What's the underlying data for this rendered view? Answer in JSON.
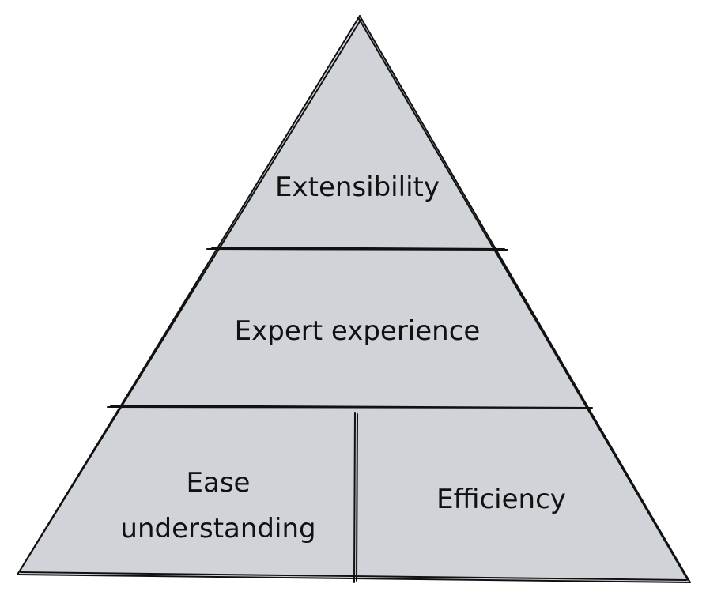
{
  "colors": {
    "fill": "#d0d4d9",
    "stroke": "#111111",
    "background": "#ffffff"
  },
  "pyramid": {
    "top_tier": {
      "label": "Extensibility"
    },
    "middle_tier": {
      "label": "Expert experience"
    },
    "bottom_left": {
      "label_line1": "Ease",
      "label_line2": "understanding"
    },
    "bottom_right": {
      "label": "Efficiency"
    }
  }
}
